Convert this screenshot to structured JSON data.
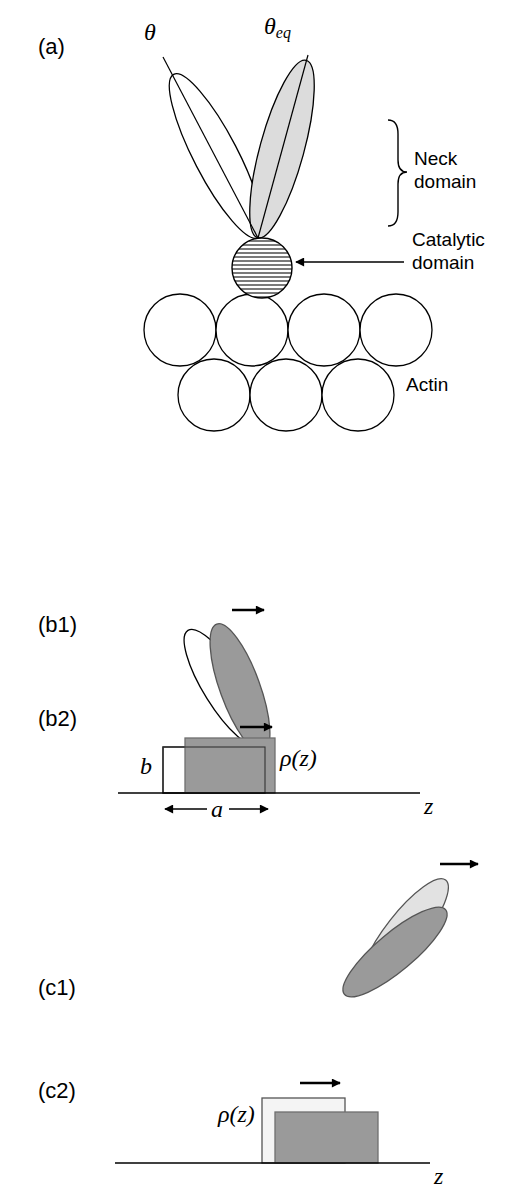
{
  "diagram": {
    "labels": [
      "(a)",
      "θeq",
      "θ",
      "Neck domain",
      "Catalytic domain",
      "Actin",
      "(b1)",
      "(b2)",
      "b",
      "ρ(z)",
      "a",
      "z",
      "(c1)",
      "(c2)",
      "ρ(z)",
      "z"
    ]
  }
}
